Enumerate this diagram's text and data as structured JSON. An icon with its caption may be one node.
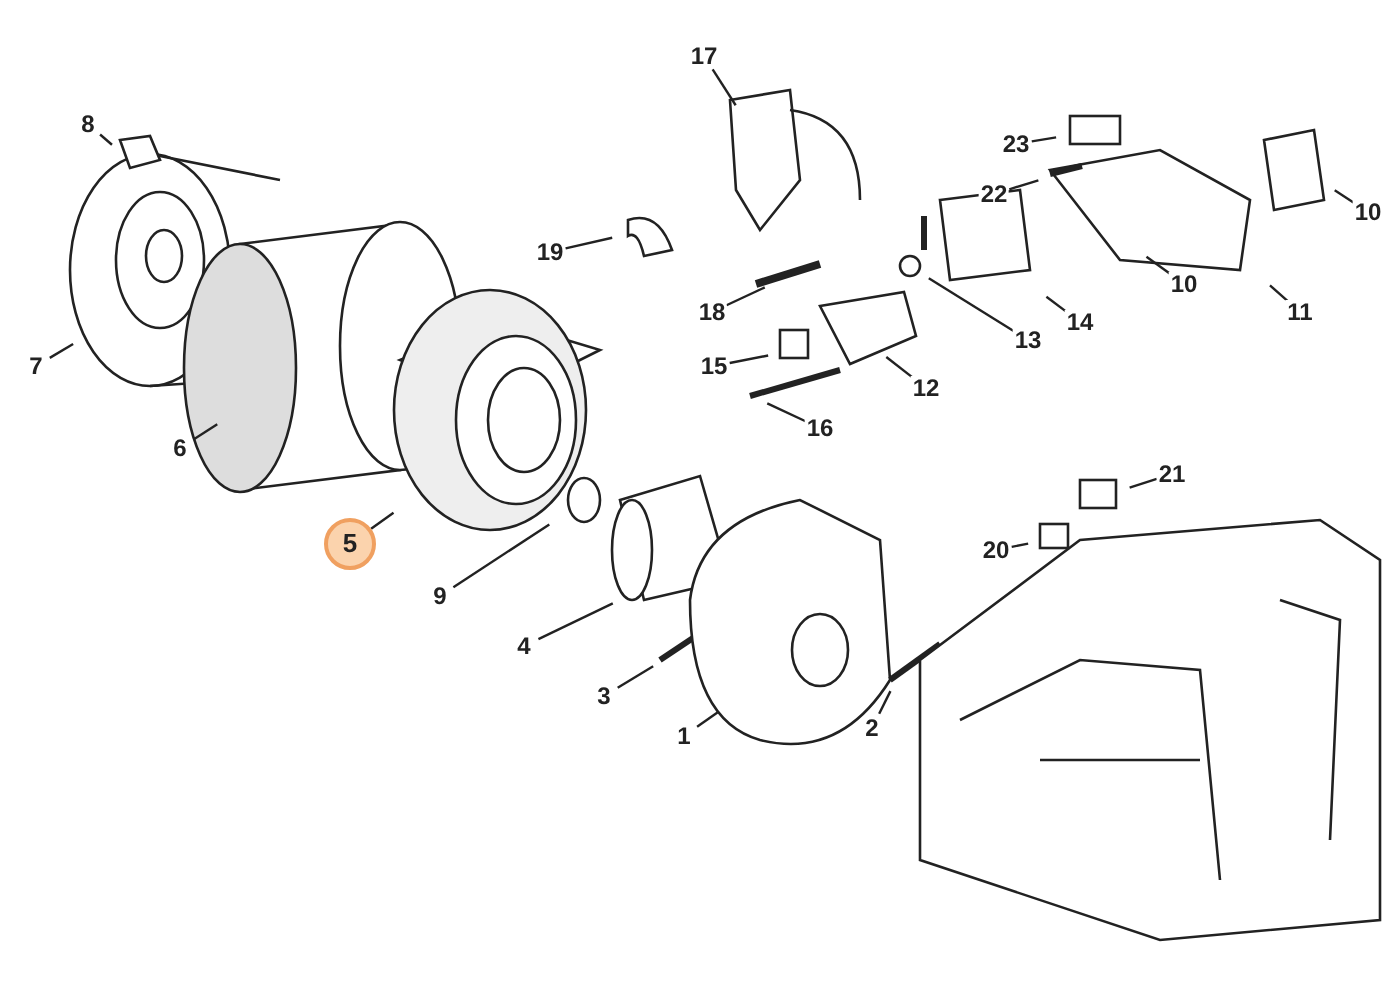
{
  "diagram": {
    "nodes": [
      {
        "text": [
          "8"
        ]
      },
      {
        "text": [
          "7"
        ]
      },
      {
        "text": [
          "6"
        ]
      },
      {
        "text": [
          "5"
        ]
      },
      {
        "text": [
          "9"
        ]
      },
      {
        "text": [
          "4"
        ]
      },
      {
        "text": [
          "3"
        ]
      },
      {
        "text": [
          "1"
        ]
      },
      {
        "text": [
          "2"
        ]
      },
      {
        "text": [
          "17"
        ]
      },
      {
        "text": [
          "19"
        ]
      },
      {
        "text": [
          "23"
        ]
      },
      {
        "text": [
          "22"
        ]
      },
      {
        "text": [
          "10"
        ]
      },
      {
        "text": [
          "11"
        ]
      },
      {
        "text": [
          "10"
        ]
      },
      {
        "text": [
          "14"
        ]
      },
      {
        "text": [
          "13"
        ]
      },
      {
        "text": [
          "18"
        ]
      },
      {
        "text": [
          "15"
        ]
      },
      {
        "text": [
          "12"
        ]
      },
      {
        "text": [
          "16"
        ]
      },
      {
        "text": [
          "21"
        ]
      },
      {
        "text": [
          "20"
        ]
      }
    ],
    "edges": [
      {
        "from": 0,
        "to": null,
        "arrow": "none"
      },
      {
        "from": 1,
        "to": null,
        "arrow": "none"
      },
      {
        "from": 2,
        "to": null,
        "arrow": "none"
      },
      {
        "from": 3,
        "to": null,
        "arrow": "none"
      },
      {
        "from": 4,
        "to": null,
        "arrow": "none"
      },
      {
        "from": 5,
        "to": null,
        "arrow": "none"
      },
      {
        "from": 6,
        "to": null,
        "arrow": "none"
      },
      {
        "from": 7,
        "to": null,
        "arrow": "none"
      },
      {
        "from": 8,
        "to": null,
        "arrow": "none"
      },
      {
        "from": 9,
        "to": null,
        "arrow": "none"
      },
      {
        "from": 10,
        "to": null,
        "arrow": "none"
      },
      {
        "from": 11,
        "to": null,
        "arrow": "none"
      },
      {
        "from": 12,
        "to": null,
        "arrow": "none"
      },
      {
        "from": 13,
        "to": null,
        "arrow": "none"
      },
      {
        "from": 14,
        "to": null,
        "arrow": "none"
      },
      {
        "from": 15,
        "to": null,
        "arrow": "none"
      },
      {
        "from": 16,
        "to": null,
        "arrow": "none"
      },
      {
        "from": 17,
        "to": null,
        "arrow": "none"
      },
      {
        "from": 18,
        "to": null,
        "arrow": "none"
      },
      {
        "from": 19,
        "to": null,
        "arrow": "none"
      },
      {
        "from": 20,
        "to": null,
        "arrow": "none"
      },
      {
        "from": 21,
        "to": null,
        "arrow": "none"
      },
      {
        "from": 22,
        "to": null,
        "arrow": "none"
      },
      {
        "from": 23,
        "to": null,
        "arrow": "none"
      }
    ]
  }
}
